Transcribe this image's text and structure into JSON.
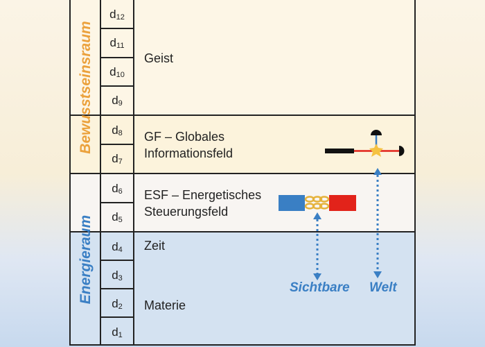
{
  "side_labels": {
    "upper": "Bewusstseinsraum",
    "lower": "Energieraum"
  },
  "dimensions": [
    {
      "d": "d",
      "n": "12"
    },
    {
      "d": "d",
      "n": "11"
    },
    {
      "d": "d",
      "n": "10"
    },
    {
      "d": "d",
      "n": "9"
    },
    {
      "d": "d",
      "n": "8"
    },
    {
      "d": "d",
      "n": "7"
    },
    {
      "d": "d",
      "n": "6"
    },
    {
      "d": "d",
      "n": "5"
    },
    {
      "d": "d",
      "n": "4"
    },
    {
      "d": "d",
      "n": "3"
    },
    {
      "d": "d",
      "n": "2"
    },
    {
      "d": "d",
      "n": "1"
    }
  ],
  "labels": {
    "geist": "Geist",
    "gf_line1": "GF – Globales",
    "gf_line2": "Informationsfeld",
    "esf_line1": "ESF – Energetisches",
    "esf_line2": "Steuerungsfeld",
    "zeit": "Zeit",
    "materie": "Materie"
  },
  "caption": {
    "left": "Sichtbare",
    "right": "Welt"
  },
  "colors": {
    "orange": "#eba13c",
    "blue": "#3a7fc4",
    "block_blue": "#3a7fc4",
    "block_red": "#e2231a",
    "chain_gold": "#e5b23a",
    "dark": "#111111",
    "star": "#f5c242",
    "hbar_red": "#e2231a"
  }
}
